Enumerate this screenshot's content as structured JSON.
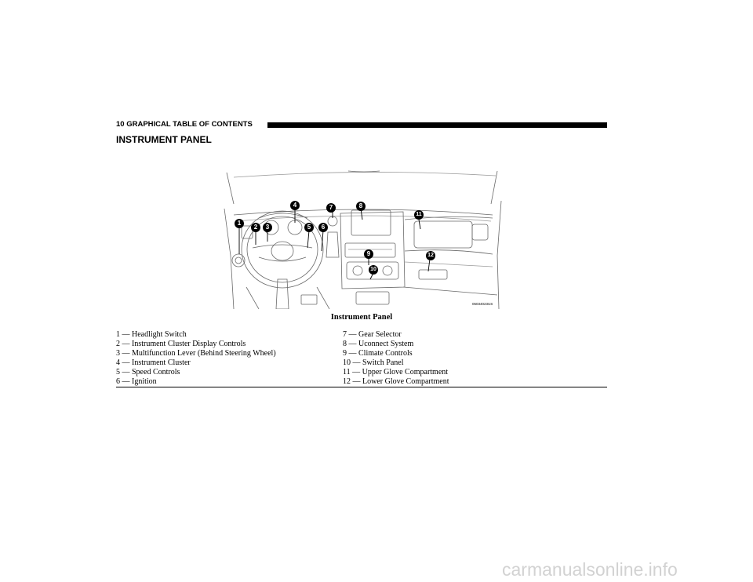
{
  "header": {
    "page_number_and_section": "10   GRAPHICAL TABLE OF CONTENTS"
  },
  "section_title": "INSTRUMENT PANEL",
  "figure": {
    "callouts": [
      "1",
      "2",
      "3",
      "4",
      "5",
      "6",
      "7",
      "8",
      "9",
      "10",
      "11",
      "12"
    ],
    "image_code": "05034023US"
  },
  "caption": "Instrument Panel",
  "legend_left": [
    "1 — Headlight Switch",
    "2 — Instrument Cluster Display Controls",
    "3 — Multifunction Lever (Behind Steering Wheel)",
    "4 — Instrument Cluster",
    "5 — Speed Controls",
    "6 — Ignition"
  ],
  "legend_right": [
    "7 — Gear Selector",
    "8 — Uconnect System",
    "9 — Climate Controls",
    "10 — Switch Panel",
    "11 — Upper Glove Compartment",
    "12 — Lower Glove Compartment"
  ],
  "watermark": "carmanualsonline.info"
}
